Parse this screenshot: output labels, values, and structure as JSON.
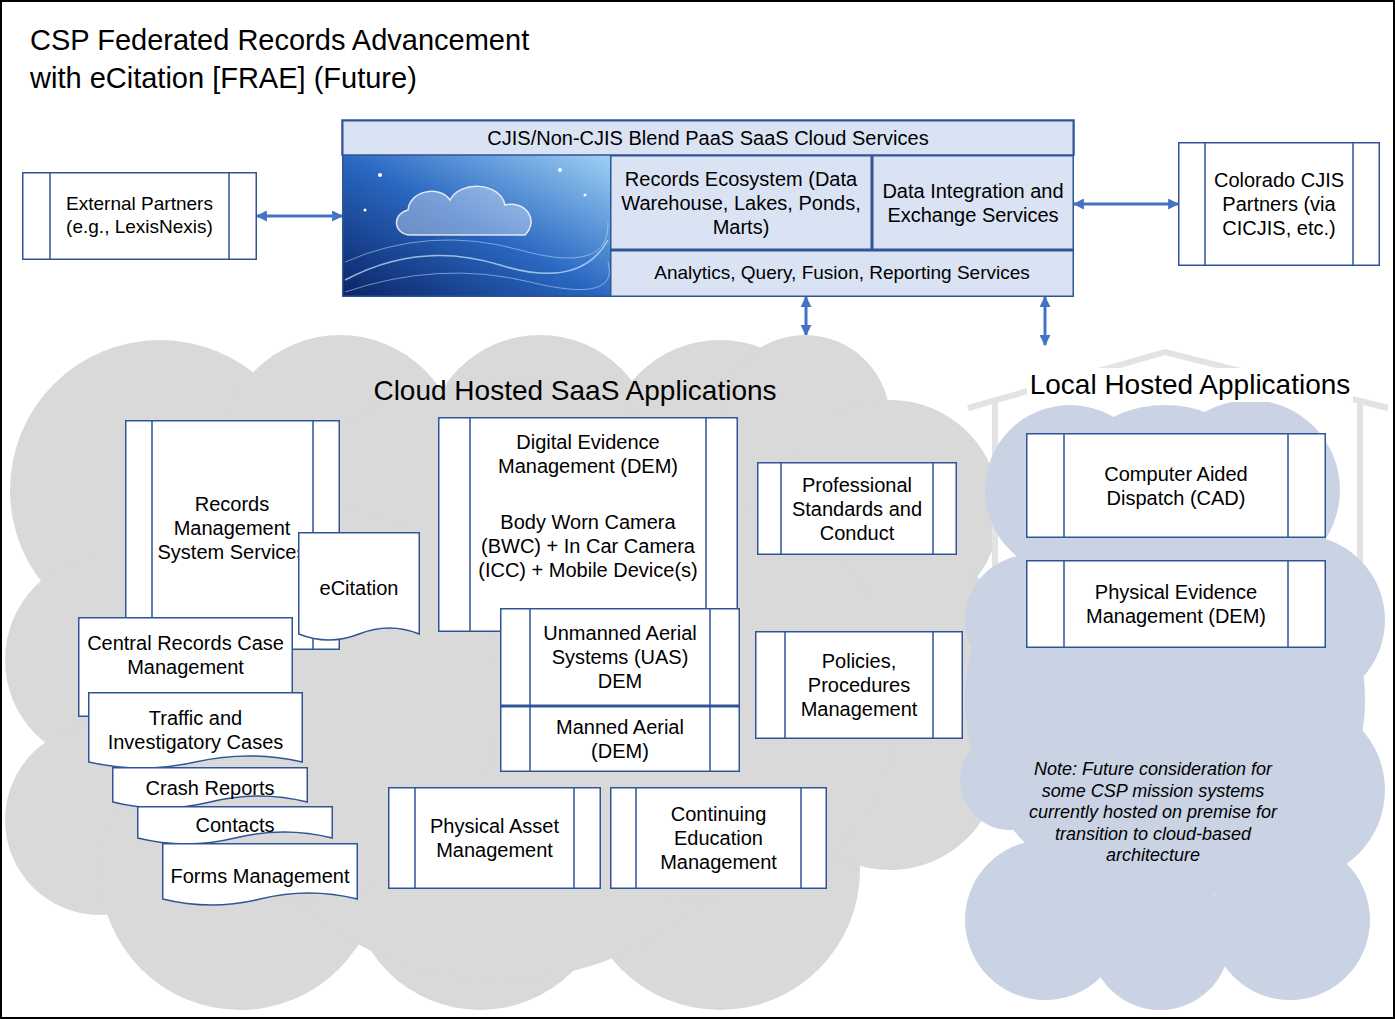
{
  "diagram": {
    "title": "CSP Federated Records Advancement with eCitation [FRAE] (Future)",
    "nodes": [
      {
        "text": [
          "CJIS/Non-CJIS Blend PaaS SaaS Cloud Services"
        ]
      },
      {
        "text": [
          "Records Ecosystem (Data Warehouse, Lakes, Ponds, Marts)"
        ],
        "in": 0
      },
      {
        "text": [
          "Data Integration and Exchange Services"
        ],
        "in": 0
      },
      {
        "text": [
          "Analytics, Query, Fusion, Reporting Services"
        ],
        "in": 0
      },
      {
        "text": [
          "External Partners (e.g., LexisNexis)"
        ]
      },
      {
        "text": [
          "Colorado CJIS Partners (via CICJIS, etc.)"
        ]
      },
      {
        "text": [
          "Cloud Hosted SaaS Applications"
        ]
      },
      {
        "text": [
          "Records Management System Services"
        ],
        "in": 6
      },
      {
        "text": [
          "eCitation"
        ],
        "in": 6
      },
      {
        "text": [
          "Central Records Case Management"
        ],
        "in": 6
      },
      {
        "text": [
          "Traffic and Investigatory Cases"
        ],
        "in": 6
      },
      {
        "text": [
          "Crash Reports"
        ],
        "in": 6
      },
      {
        "text": [
          "Contacts"
        ],
        "in": 6
      },
      {
        "text": [
          "Forms Management"
        ],
        "in": 6
      },
      {
        "text": [
          "Digital Evidence Management (DEM)",
          "Body Worn Camera (BWC) + In Car Camera (ICC) + Mobile Device(s)"
        ],
        "in": 6
      },
      {
        "text": [
          "Unmanned Aerial Systems (UAS) DEM"
        ],
        "in": 6
      },
      {
        "text": [
          "Manned Aerial (DEM)"
        ],
        "in": 6
      },
      {
        "text": [
          "Professional Standards and Conduct"
        ],
        "in": 6
      },
      {
        "text": [
          "Policies, Procedures Management"
        ],
        "in": 6
      },
      {
        "text": [
          "Physical Asset Management"
        ],
        "in": 6
      },
      {
        "text": [
          "Continuing Education Management"
        ],
        "in": 6
      },
      {
        "text": [
          "Local Hosted Applications",
          "Note: Future consideration for some CSP mission systems currently hosted on premise for transition to cloud-based architecture"
        ]
      },
      {
        "text": [
          "Computer Aided Dispatch (CAD)"
        ],
        "in": 21
      },
      {
        "text": [
          "Physical Evidence Management (DEM)"
        ],
        "in": 21
      }
    ],
    "edges": [
      {
        "from": 4,
        "to": 0,
        "arrow": "both"
      },
      {
        "from": 2,
        "to": 5,
        "arrow": "both"
      },
      {
        "from": 3,
        "to": 6,
        "arrow": "both"
      },
      {
        "from": 3,
        "to": 21,
        "arrow": "both"
      }
    ]
  }
}
